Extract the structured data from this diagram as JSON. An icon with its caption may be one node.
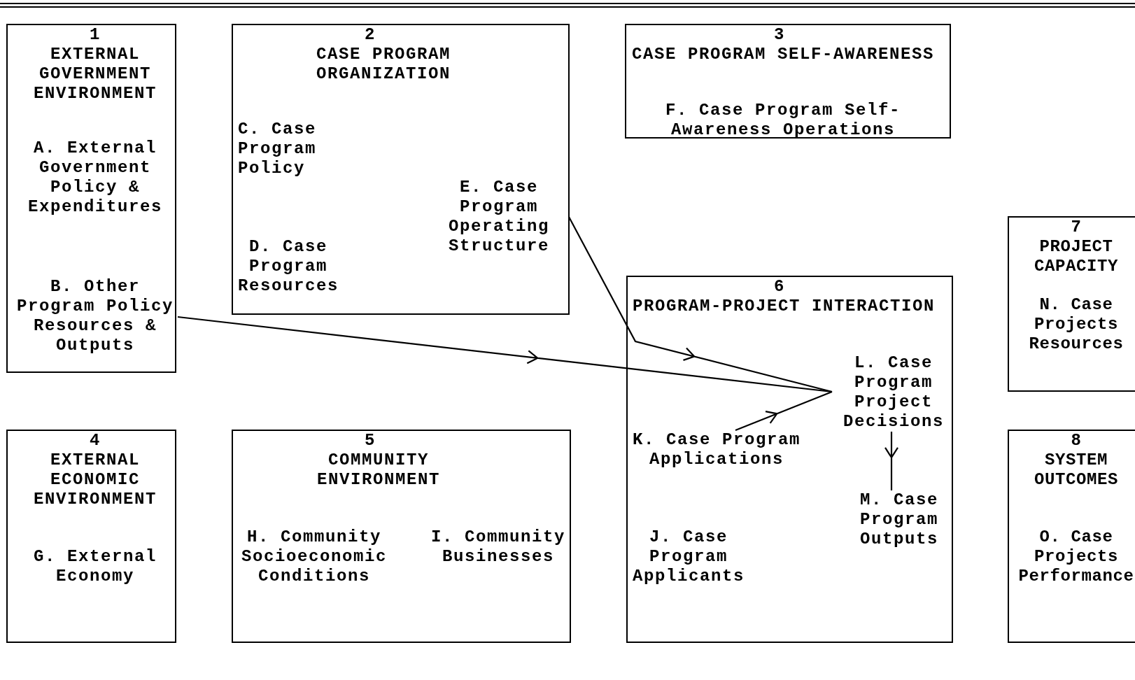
{
  "diagram": {
    "nodes": [
      {
        "text": [
          "1",
          "EXTERNAL GOVERNMENT ENVIRONMENT",
          "A. External Government Policy & Expenditures"
        ]
      },
      {
        "text": [
          "B. Other Program Policy Resources & Outputs"
        ],
        "in": 0
      },
      {
        "text": [
          "2",
          "CASE PROGRAM ORGANIZATION",
          "C. Case Program Policy",
          "D. Case Program Resources"
        ]
      },
      {
        "text": [
          "E. Case Program Operating Structure"
        ],
        "in": 2
      },
      {
        "text": [
          "3",
          "CASE PROGRAM SELF-AWARENESS",
          "F. Case Program Self-Awareness Operations"
        ]
      },
      {
        "text": [
          "7",
          "PROJECT CAPACITY",
          "N. Case Projects Resources"
        ]
      },
      {
        "text": [
          "6",
          "PROGRAM-PROJECT INTERACTION",
          "J. Case Program Applicants"
        ]
      },
      {
        "text": [
          "L. Case Program Project Decisions"
        ],
        "in": 6
      },
      {
        "text": [
          "K. Case Program Applications"
        ],
        "in": 6
      },
      {
        "text": [
          "M. Case Program Outputs"
        ],
        "in": 6
      },
      {
        "text": [
          "4",
          "EXTERNAL ECONOMIC ENVIRONMENT",
          "G. External Economy"
        ]
      },
      {
        "text": [
          "5",
          "COMMUNITY ENVIRONMENT",
          "H. Community Socioeconomic Conditions",
          "I. Community Businesses"
        ]
      },
      {
        "text": [
          "8",
          "SYSTEM OUTCOMES",
          "O. Case Projects Performance"
        ]
      }
    ],
    "edges": [
      {
        "from": 1,
        "to": 7,
        "arrow": "to"
      },
      {
        "from": 3,
        "to": 7,
        "arrow": "to"
      },
      {
        "from": 8,
        "to": 7,
        "arrow": "to"
      },
      {
        "from": 7,
        "to": 9,
        "arrow": "to"
      }
    ]
  }
}
